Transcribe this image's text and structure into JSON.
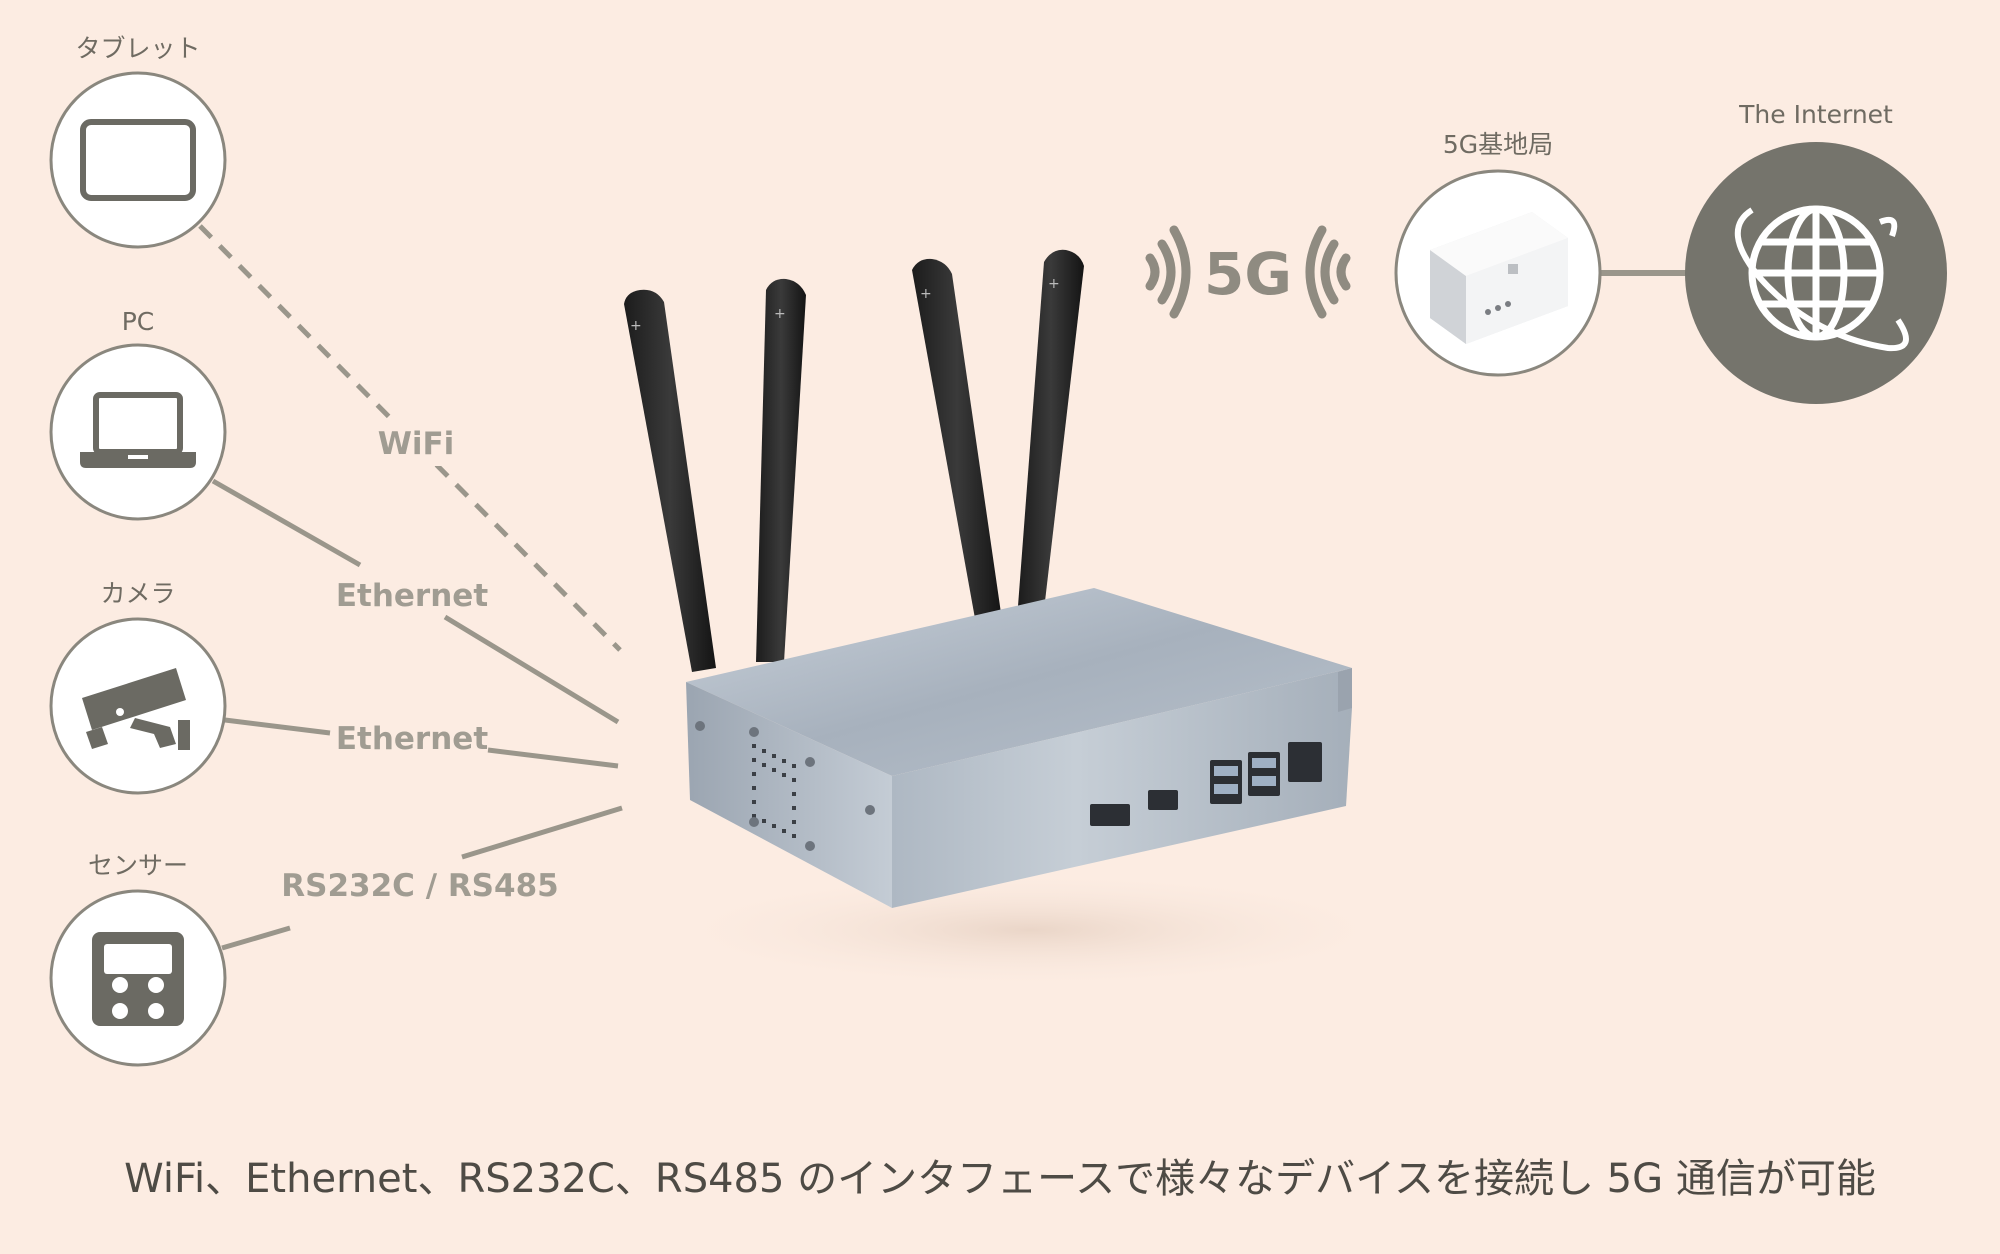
{
  "devices": {
    "tablet": {
      "label": "タブレット",
      "icon": "tablet-icon"
    },
    "pc": {
      "label": "PC",
      "icon": "laptop-icon"
    },
    "camera": {
      "label": "カメラ",
      "icon": "security-camera-icon"
    },
    "sensor": {
      "label": "センサー",
      "icon": "sensor-icon"
    }
  },
  "connections": {
    "wifi": "WiFi",
    "ethernet_pc": "Ethernet",
    "ethernet_camera": "Ethernet",
    "serial": "RS232C / RS485"
  },
  "wireless": {
    "label": "5G"
  },
  "base_station": {
    "label": "5G基地局"
  },
  "internet": {
    "label": "The Internet",
    "icon": "globe-icon"
  },
  "caption": "WiFi、Ethernet、RS232C、RS485 のインタフェースで様々なデバイスを接続し 5G 通信が可能",
  "colors": {
    "background": "#fcece2",
    "line": "#9a968b",
    "icon": "#6b6a63",
    "circle_stroke": "#8a877e",
    "internet_fill": "#75746c"
  }
}
